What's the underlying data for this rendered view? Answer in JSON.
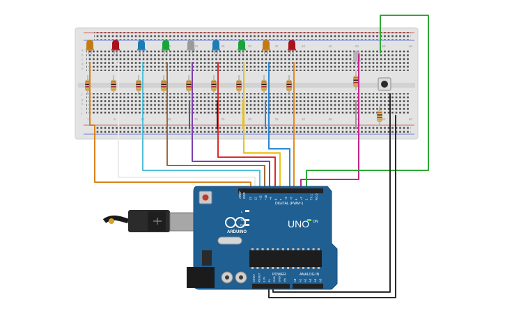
{
  "breadboard": {
    "column_numbers": [
      "1",
      "5",
      "10",
      "15",
      "20",
      "25",
      "30",
      "35",
      "40",
      "45",
      "50",
      "55",
      "60"
    ],
    "row_letters": [
      "a",
      "b",
      "c",
      "d",
      "e",
      "f",
      "g",
      "h",
      "i",
      "j"
    ]
  },
  "leds": [
    {
      "color": "#c47a13"
    },
    {
      "color": "#a8121c"
    },
    {
      "color": "#1e7bb5"
    },
    {
      "color": "#19a33a"
    },
    {
      "color": "#9a9a9a"
    },
    {
      "color": "#1e7bb5"
    },
    {
      "color": "#19a33a"
    },
    {
      "color": "#c47a13"
    },
    {
      "color": "#a8121c"
    },
    {
      "color": "#b4b4b4"
    }
  ],
  "arduino": {
    "logo": "ARDUINO",
    "model": "UNO",
    "on_label": "ON",
    "tx_label": "TX",
    "rx_label": "RX",
    "l_label": "L",
    "digital_label": "DIGITAL (PWM~)",
    "power_label": "POWER",
    "analog_label": "ANALOG IN",
    "aref": "AREF",
    "gnd": "GND",
    "digital_pins": [
      "13",
      "12",
      "~11",
      "~10",
      "~9",
      "8",
      "7",
      "~6",
      "~5",
      "4",
      "~3",
      "2",
      "TX 1",
      "RX 0"
    ],
    "power_pins": [
      "IOREF",
      "RESET",
      "3.3V",
      "5V",
      "GND",
      "GND",
      "Vin"
    ],
    "analog_pins": [
      "A0",
      "A1",
      "A2",
      "A3",
      "A4",
      "A5"
    ]
  },
  "colors": {
    "board_blue": "#1f5f92",
    "breadboard": "#e3e3e3",
    "wire_green": "#2ea836",
    "wire_magenta": "#c2258a",
    "wire_black": "#2a2a2a"
  }
}
